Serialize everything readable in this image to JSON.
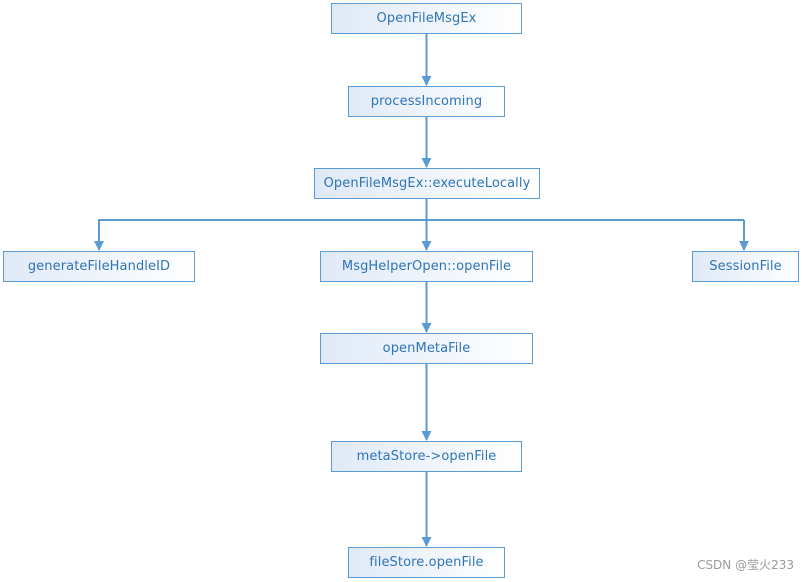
{
  "diagram": {
    "nodes": {
      "open_file_msg_ex": "OpenFileMsgEx",
      "process_incoming": "processIncoming",
      "execute_locally": "OpenFileMsgEx::executeLocally",
      "generate_file_handle_id": "generateFileHandleID",
      "msg_helper_open_file": "MsgHelperOpen::openFile",
      "session_file": "SessionFile",
      "open_meta_file": "openMetaFile",
      "meta_store_open_file": "metaStore->openFile",
      "file_store_open_file": "fileStore.openFile"
    },
    "edges": [
      {
        "from": "open_file_msg_ex",
        "to": "process_incoming"
      },
      {
        "from": "process_incoming",
        "to": "execute_locally"
      },
      {
        "from": "execute_locally",
        "to": "generate_file_handle_id"
      },
      {
        "from": "execute_locally",
        "to": "msg_helper_open_file"
      },
      {
        "from": "execute_locally",
        "to": "session_file"
      },
      {
        "from": "msg_helper_open_file",
        "to": "open_meta_file"
      },
      {
        "from": "open_meta_file",
        "to": "meta_store_open_file"
      },
      {
        "from": "meta_store_open_file",
        "to": "file_store_open_file"
      }
    ],
    "colors": {
      "border": "#5b9bd5",
      "text": "#2e75b6",
      "fill_start": "#dfe9f6",
      "arrow": "#5b9bd5",
      "watermark": "#9a9a9a"
    }
  },
  "watermark": "CSDN @莹火233"
}
